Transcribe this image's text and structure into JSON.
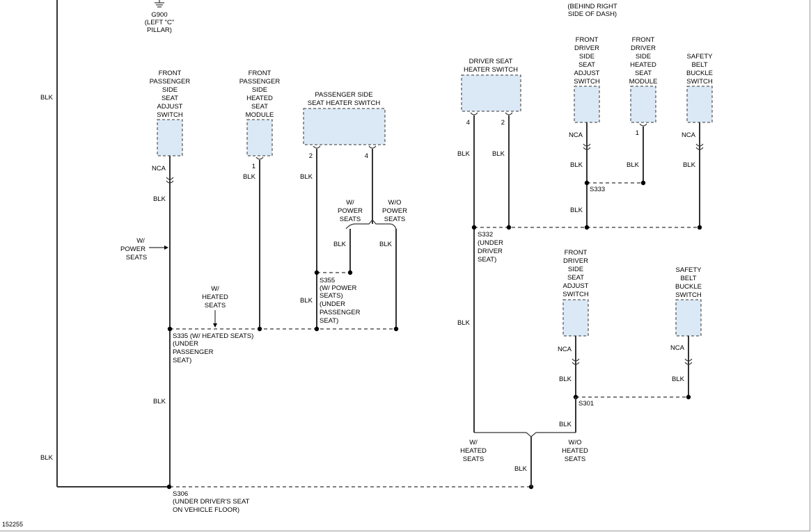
{
  "ground": {
    "id": "G900",
    "location": [
      "(LEFT \"C\"",
      "PILLAR)"
    ]
  },
  "top_note": [
    "(BEHIND RIGHT",
    "SIDE OF DASH)"
  ],
  "figure_id": "152255",
  "wire_color": "BLK",
  "nca": "NCA",
  "components": {
    "fp_adjust": [
      "FRONT",
      "PASSENGER",
      "SIDE",
      "SEAT",
      "ADJUST",
      "SWITCH"
    ],
    "fp_module": [
      "FRONT",
      "PASSENGER",
      "SIDE",
      "HEATED",
      "SEAT",
      "MODULE"
    ],
    "ps_heater": [
      "PASSENGER SIDE",
      "SEAT HEATER SWITCH"
    ],
    "ds_heater": [
      "DRIVER SEAT",
      "HEATER SWITCH"
    ],
    "fd_adjust_top": [
      "FRONT",
      "DRIVER",
      "SIDE",
      "SEAT",
      "ADJUST",
      "SWITCH"
    ],
    "fd_module": [
      "FRONT",
      "DRIVER",
      "SIDE",
      "HEATED",
      "SEAT",
      "MODULE"
    ],
    "belt_top": [
      "SAFETY",
      "BELT",
      "BUCKLE",
      "SWITCH"
    ],
    "fd_adjust_bottom": [
      "FRONT",
      "DRIVER",
      "SIDE",
      "SEAT",
      "ADJUST",
      "SWITCH"
    ],
    "belt_bottom": [
      "SAFETY",
      "BELT",
      "BUCKLE",
      "SWITCH"
    ]
  },
  "pins": {
    "p1": "1",
    "p2": "2",
    "p4": "4"
  },
  "options": {
    "w_power_seats": [
      "W/",
      "POWER",
      "SEATS"
    ],
    "wo_power_seats": [
      "W/O",
      "POWER",
      "SEATS"
    ],
    "w_heated_seats": [
      "W/",
      "HEATED",
      "SEATS"
    ],
    "wo_heated_seats": [
      "W/O",
      "HEATED",
      "SEATS"
    ]
  },
  "splices": {
    "s335": [
      "S335 (W/ HEATED SEATS)",
      "(UNDER",
      "PASSENGER",
      "SEAT)"
    ],
    "s355": [
      "S355",
      "(W/ POWER",
      "SEATS)",
      "(UNDER",
      "PASSENGER",
      "SEAT)"
    ],
    "s332": [
      "S332",
      "(UNDER",
      "DRIVER",
      "SEAT)"
    ],
    "s333": [
      "S333"
    ],
    "s301": [
      "S301"
    ],
    "s306": [
      "S306",
      "(UNDER DRIVER'S SEAT",
      "ON VEHICLE FLOOR)"
    ]
  }
}
